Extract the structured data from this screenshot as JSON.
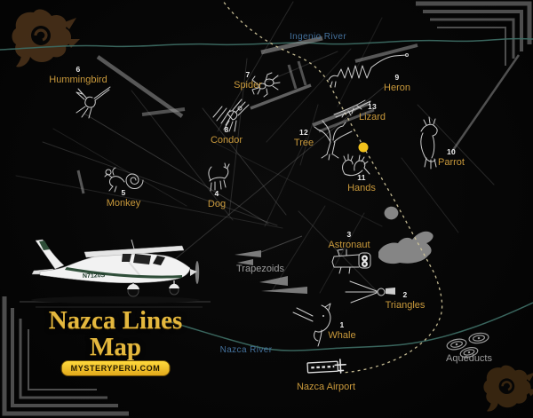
{
  "branding": {
    "title_line1": "Nazca Lines",
    "title_line2": "Map",
    "website": "MYSTERYPERU.COM",
    "plane_registration": "N7120S"
  },
  "rivers": [
    {
      "name": "Ingenio River"
    },
    {
      "name": "Nazca River"
    }
  ],
  "geoglyphs": [
    {
      "number": "1",
      "name": "Whale"
    },
    {
      "number": "2",
      "name": "Triangles"
    },
    {
      "number": "3",
      "name": "Astronaut"
    },
    {
      "number": "4",
      "name": "Dog"
    },
    {
      "number": "5",
      "name": "Monkey"
    },
    {
      "number": "6",
      "name": "Hummingbird"
    },
    {
      "number": "7",
      "name": "Spider"
    },
    {
      "number": "8",
      "name": "Condor"
    },
    {
      "number": "9",
      "name": "Heron"
    },
    {
      "number": "10",
      "name": "Parrot"
    },
    {
      "number": "11",
      "name": "Hands"
    },
    {
      "number": "12",
      "name": "Tree"
    },
    {
      "number": "13",
      "name": "Lizard"
    }
  ],
  "landmarks": [
    {
      "name": "Trapezoids"
    },
    {
      "name": "Aqueducts"
    },
    {
      "name": "Nazca Airport"
    }
  ],
  "colors": {
    "label_gold": "#c9993b",
    "title_gold": "#e4b83e",
    "river_teal": "#3c6a62",
    "river_label_blue": "#44719c",
    "road_dash": "#cfc49a",
    "viewpoint_yellow": "#f2c21c",
    "figure_grey": "#cdcdcd",
    "emblem_brown": "#462f18",
    "brand_bg": "#f0c020"
  }
}
